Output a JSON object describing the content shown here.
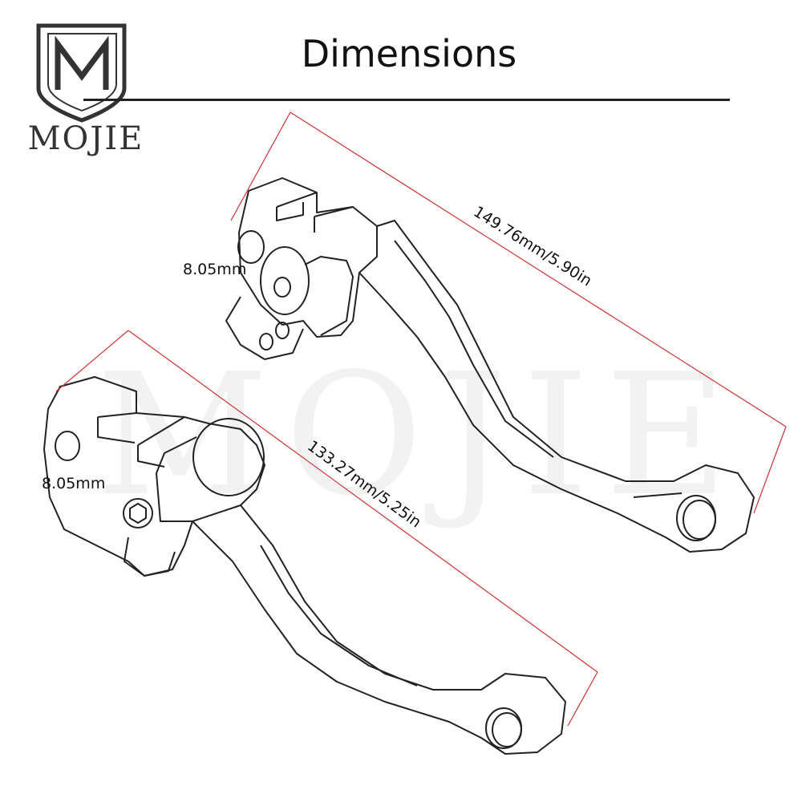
{
  "header": {
    "title": "Dimensions",
    "brand": "MOJIE",
    "logo_letter": "M"
  },
  "watermark": "MOJIE",
  "dimensions": {
    "top_lever_length": "149.76mm/5.90in",
    "top_lever_hole": "8.05mm",
    "bottom_lever_length": "133.27mm/5.25in",
    "bottom_lever_hole": "8.05mm"
  },
  "colors": {
    "dimension_line": "#cc3333",
    "outline": "#222222",
    "brand_frame": "#333333"
  }
}
